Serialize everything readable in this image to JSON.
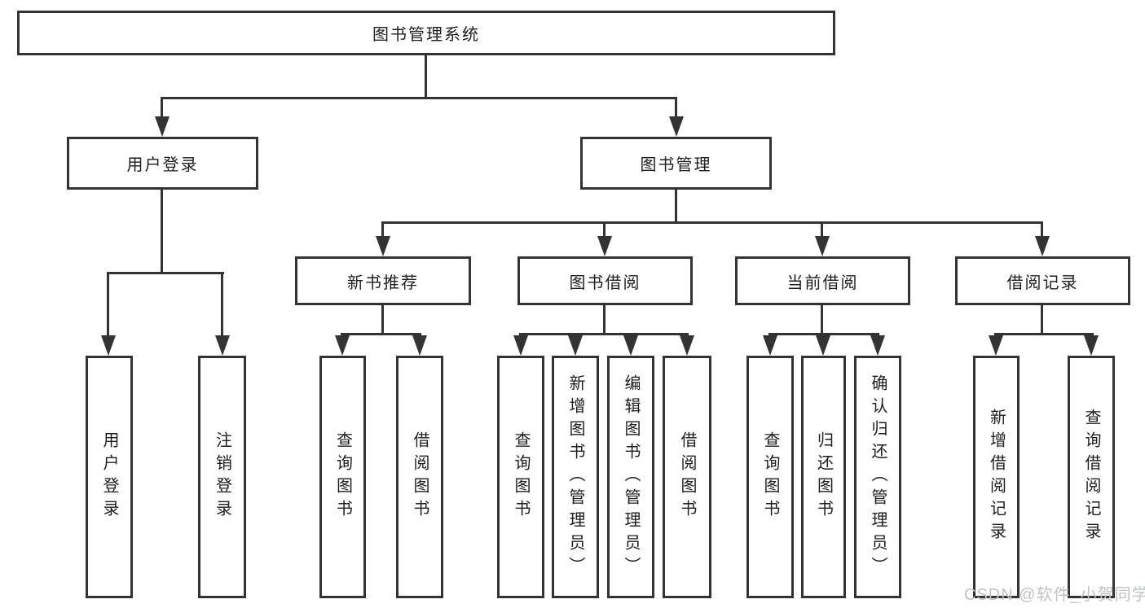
{
  "diagram": {
    "root": "图书管理系统",
    "level2": {
      "user_login": "用户登录",
      "book_mgmt": "图书管理"
    },
    "level3": {
      "new_books": "新书推荐",
      "borrowing": "图书借阅",
      "current": "当前借阅",
      "records": "借阅记录"
    },
    "leaves": {
      "user_login": [
        "用户登录",
        "注销登录"
      ],
      "new_books": [
        "查询图书",
        "借阅图书"
      ],
      "borrowing": [
        "查询图书",
        "新增图书（管理员）",
        "编辑图书（管理员）",
        "借阅图书"
      ],
      "current": [
        "查询图书",
        "归还图书",
        "确认归还（管理员）"
      ],
      "records": [
        "新增借阅记录",
        "查询借阅记录"
      ]
    }
  },
  "watermark": {
    "text": "CSDN @软件_小贺同学"
  },
  "colors": {
    "line": "#333333",
    "text": "#1e1e1e",
    "watermark": "#bfc3c6",
    "background": "#ffffff"
  }
}
